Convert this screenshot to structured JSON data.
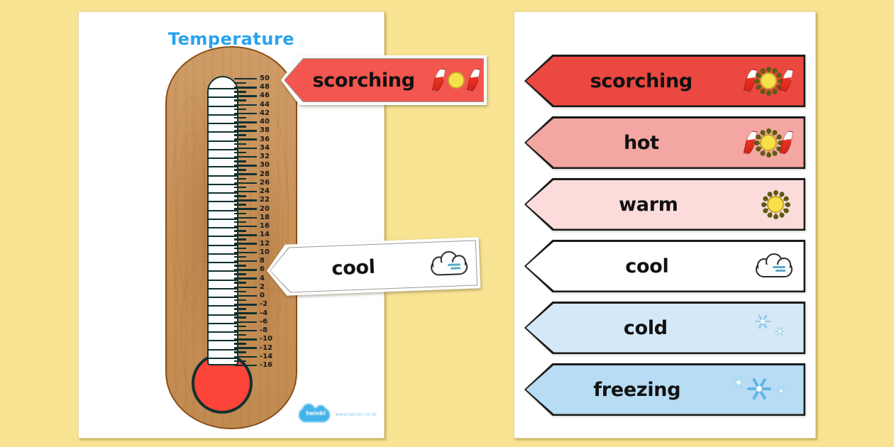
{
  "page": {
    "background_color": "#f8e392",
    "sheet_color": "#ffffff"
  },
  "left_sheet": {
    "title": "Temperature",
    "title_color": "#28a3ef",
    "thermometer": {
      "board_color": "#c89259",
      "board_border_color": "#8a4f18",
      "tube_color": "#fdfdfd",
      "mercury_color": "#fc4438",
      "outline_color": "#12302f",
      "unit_step": 2,
      "scale_max": 50,
      "scale_min": -16,
      "scale_numbers": [
        50,
        48,
        46,
        44,
        42,
        40,
        38,
        36,
        34,
        32,
        30,
        28,
        26,
        24,
        22,
        20,
        18,
        16,
        14,
        12,
        10,
        8,
        6,
        4,
        2,
        0,
        -2,
        -4,
        -6,
        -8,
        -10,
        -12,
        -14,
        -16
      ]
    },
    "callouts": [
      {
        "label": "scorching",
        "fill": "#f2564f",
        "icon": "sun-with-flames-icon",
        "points_to": 44
      },
      {
        "label": "cool",
        "fill": "#ffffff",
        "icon": "cloud-icon",
        "points_to": 2
      }
    ],
    "watermark": {
      "brand": "twinkl",
      "url": "www.twinkl.co.uk",
      "color": "#23a8e8"
    }
  },
  "right_sheet": {
    "arrows": [
      {
        "label": "scorching",
        "fill": "#ea4840",
        "icon": "sun-with-flames-icon",
        "text_color": "#111111"
      },
      {
        "label": "hot",
        "fill": "#f4a6a3",
        "icon": "sun-with-flames-icon",
        "text_color": "#111111"
      },
      {
        "label": "warm",
        "fill": "#fbdcdb",
        "icon": "sun-icon",
        "text_color": "#111111"
      },
      {
        "label": "cool",
        "fill": "#ffffff",
        "icon": "cloud-icon",
        "text_color": "#111111"
      },
      {
        "label": "cold",
        "fill": "#d4e8f7",
        "icon": "snowflakes-small-icon",
        "text_color": "#111111"
      },
      {
        "label": "freezing",
        "fill": "#b7dcf4",
        "icon": "snowflakes-large-icon",
        "text_color": "#111111"
      }
    ]
  }
}
